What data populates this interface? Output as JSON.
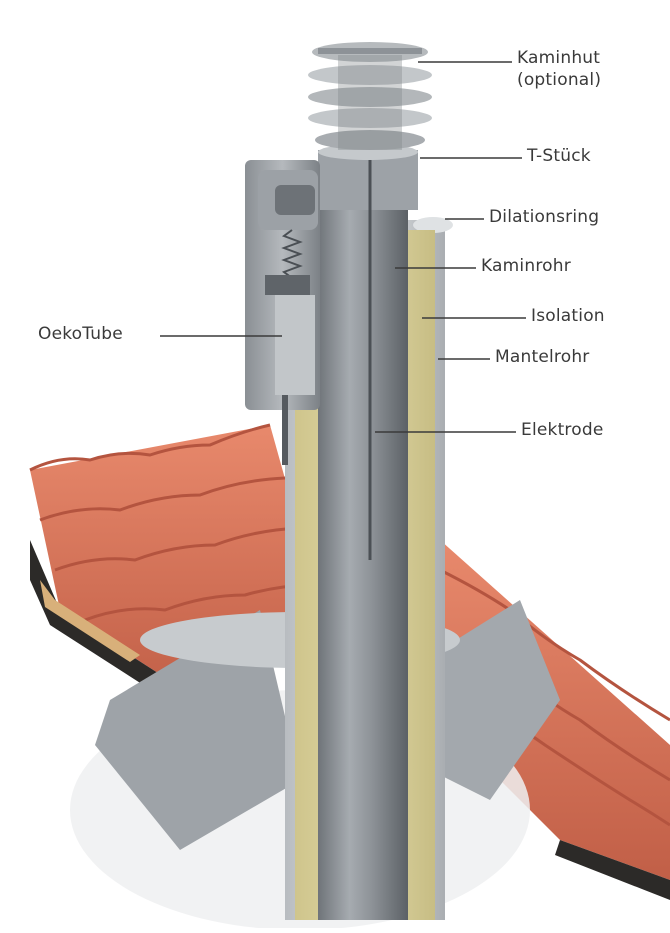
{
  "labels": {
    "kaminhut": "Kaminhut",
    "kaminhut_note": "(optional)",
    "t_stueck": "T-Stück",
    "dilationsring": "Dilationsring",
    "kaminrohr": "Kaminrohr",
    "isolation": "Isolation",
    "mantelrohr": "Mantelrohr",
    "elektrode": "Elektrode",
    "oekotube": "OekoTube"
  },
  "colors": {
    "roof_tile": "#d9735a",
    "roof_tile_shadow": "#b4543f",
    "insulation": "#d8cf9a",
    "steel": "#9a9fa4",
    "steel_dark": "#6f7479",
    "steel_light": "#cfd3d6",
    "leader_line": "#3a3a3a"
  }
}
